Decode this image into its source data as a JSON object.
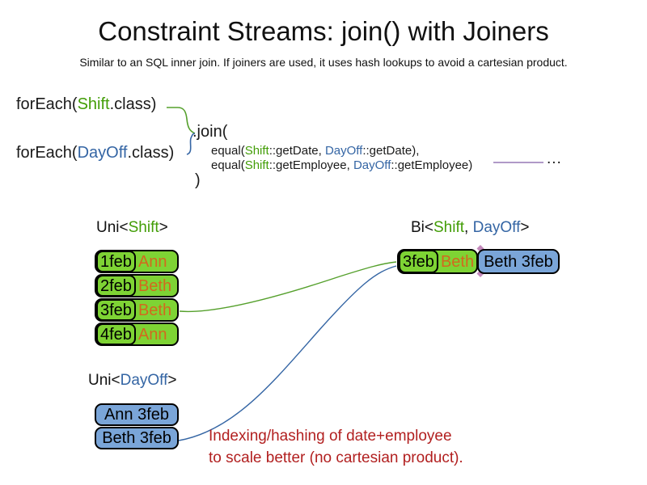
{
  "slide": {
    "title": "Constraint Streams: join() with Joiners",
    "subtitle": "Similar to an SQL inner join. If joiners are used, it uses hash lookups to avoid a cartesian product."
  },
  "code": {
    "foreach_shift": {
      "pre": "forEach(",
      "type": "Shift",
      "post": ".class)"
    },
    "foreach_dayoff": {
      "pre": "forEach(",
      "type": "DayOff",
      "post": ".class)"
    },
    "join_open": ".join(",
    "joiner_date": {
      "pre": "equal(",
      "t1": "Shift",
      "mid": "::getDate, ",
      "t2": "DayOff",
      "post": "::getDate),"
    },
    "joiner_employee": {
      "pre": "equal(",
      "t1": "Shift",
      "mid": "::getEmployee, ",
      "t2": "DayOff",
      "post": "::getEmployee)"
    },
    "ellipsis": "...",
    "join_close": ")"
  },
  "uni_shift": {
    "label": {
      "pre": "Uni<",
      "type": "Shift",
      "post": ">"
    },
    "rows": [
      {
        "date": "1feb",
        "employee": "Ann"
      },
      {
        "date": "2feb",
        "employee": "Beth"
      },
      {
        "date": "3feb",
        "employee": "Beth"
      },
      {
        "date": "4feb",
        "employee": "Ann"
      }
    ]
  },
  "bi": {
    "label": {
      "pre": "Bi<",
      "t1": "Shift",
      "sep": ", ",
      "t2": "DayOff",
      "post": ">"
    },
    "row": {
      "date": "3feb",
      "employee": "Beth",
      "dayoff": "Beth 3feb"
    }
  },
  "uni_dayoff": {
    "label": {
      "pre": "Uni<",
      "type": "DayOff",
      "post": ">"
    },
    "rows": [
      {
        "text": "Ann 3feb"
      },
      {
        "text": "Beth 3feb"
      }
    ]
  },
  "annotation": {
    "line1": "Indexing/hashing of date+employee",
    "line2": "to scale better (no cartesian product)."
  },
  "colors": {
    "shift_green_text": "#429d06",
    "dayoff_blue_text": "#3465a4",
    "employee_orange_text": "#d2691e",
    "shift_green_fill": "#7ed334",
    "dayoff_blue_fill": "#7aa5d8",
    "annotation_red": "#b22020",
    "joiner_purple": "#9579b5",
    "junction_pink": "#c389bb",
    "box_border": "#000000"
  }
}
